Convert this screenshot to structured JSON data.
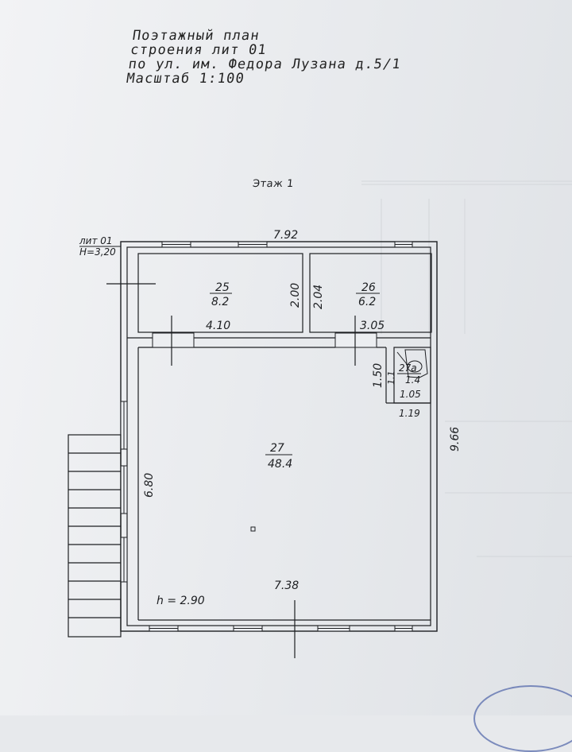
{
  "title": {
    "line1": "Поэтажный план",
    "line2": "строения лит 01",
    "line3": "по ул. им. Федора Лузана д.5/1",
    "line4": "Масштаб 1:100"
  },
  "floor_label": "Этаж 1",
  "building": {
    "lit_label": "лит 01",
    "height_label": "Н=3,20",
    "ceiling_height": "h = 2.90",
    "overall_width": "7.92",
    "overall_depth": "9.66"
  },
  "rooms": [
    {
      "number": "25",
      "area": "8.2",
      "width": "4.10",
      "depth": "2.00"
    },
    {
      "number": "26",
      "area": "6.2",
      "width": "3.05",
      "depth": "2.04"
    },
    {
      "number": "27",
      "area": "48.4",
      "width": "7.38",
      "depth": "6.80"
    },
    {
      "number": "27а",
      "area": "1.4",
      "width": "1.19",
      "inner_width": "1.05",
      "depth": "1.50",
      "side": "1.1"
    }
  ]
}
